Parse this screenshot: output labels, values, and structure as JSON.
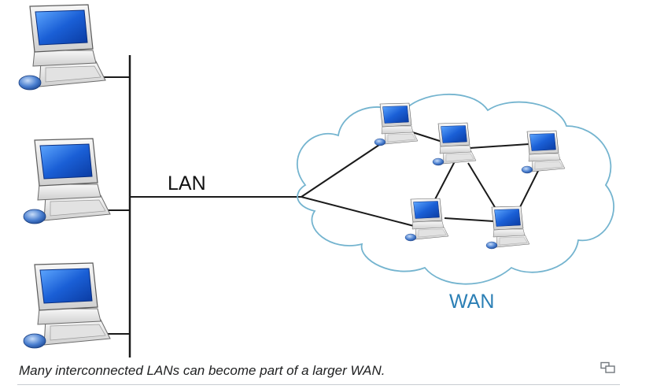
{
  "diagram": {
    "lan_label": "LAN",
    "wan_label": "WAN",
    "colors": {
      "wire": "#1a1a1a",
      "cloud_stroke": "#74b4cf",
      "wan_text": "#2b7fb5",
      "screen": "#1a5fd6",
      "computer_body": "#e9e9e9"
    }
  },
  "caption": {
    "text": "Many interconnected LANs can become part of a larger WAN."
  },
  "enlarge": {
    "icon": "enlarge-icon"
  }
}
